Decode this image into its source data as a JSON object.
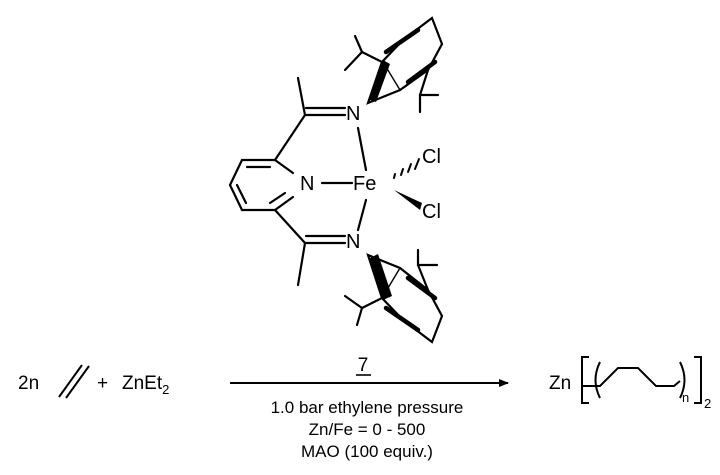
{
  "structure": {
    "atoms": {
      "n_top": "N",
      "n_bottom": "N",
      "n_pyridine": "N",
      "iron": "Fe",
      "cl_top": "Cl",
      "cl_bottom": "Cl"
    },
    "catalyst_number": "7"
  },
  "reaction": {
    "ethylene_coeff": "2n",
    "plus": "+",
    "zinc_reagent": {
      "base": "ZnEt",
      "sub": "2"
    },
    "conditions": [
      "1.0 bar ethylene pressure",
      "Zn/Fe = 0 - 500",
      "MAO (100 equiv.)"
    ],
    "product": {
      "metal": "Zn",
      "n": "n",
      "count": "2"
    }
  }
}
